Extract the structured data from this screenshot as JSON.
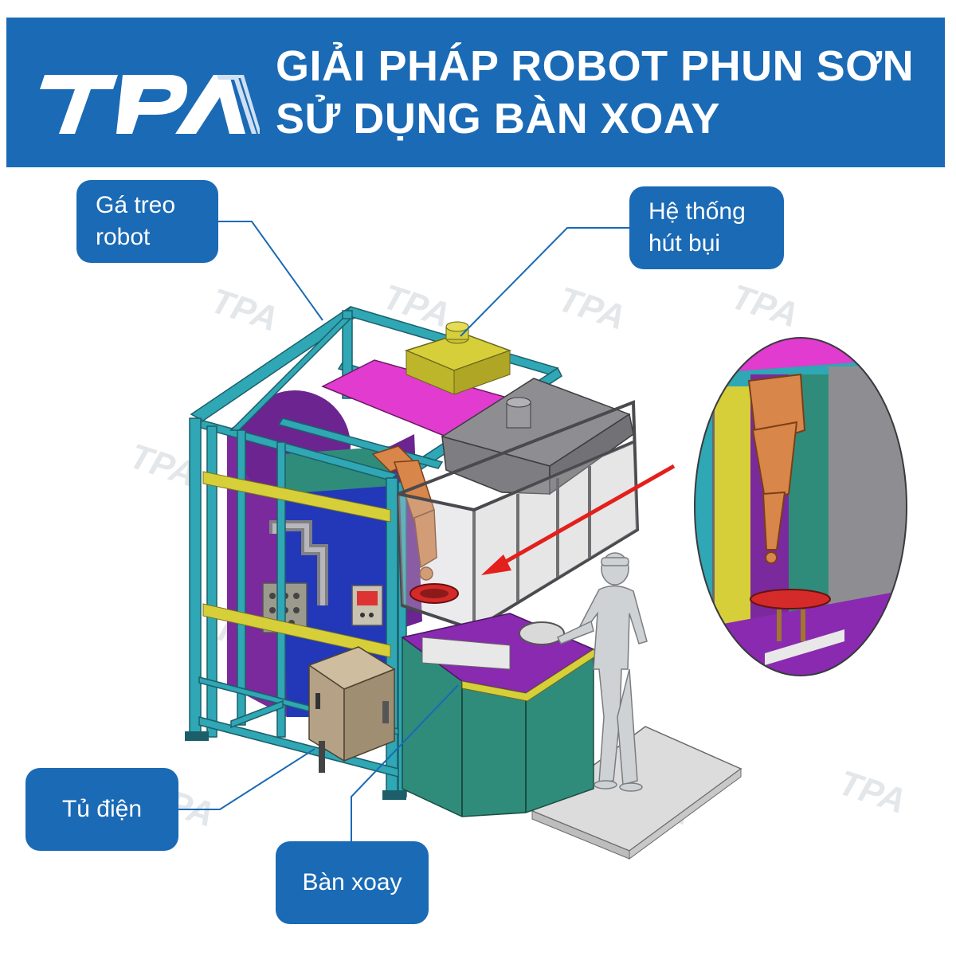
{
  "header": {
    "logo_text": "TPA",
    "title_line1": "GIẢI PHÁP ROBOT PHUN SƠN",
    "title_line2": "SỬ DỤNG BÀN XOAY"
  },
  "callouts": {
    "ga_treo_robot": {
      "line1": "Gá treo",
      "line2": "robot"
    },
    "he_thong_hut_bui": {
      "line1": "Hệ thống",
      "line2": "hút bụi"
    },
    "tu_dien": {
      "text": "Tủ điện"
    },
    "ban_xoay": {
      "text": "Bàn xoay"
    }
  },
  "watermark_text": "TPA",
  "colors": {
    "brand_blue": "#1a6ab5",
    "frame_cyan": "#2fa7b4",
    "hood_magenta": "#e23bd0",
    "hood_gray": "#8e8e92",
    "duct_yellow": "#d6cf3a",
    "booth_purple": "#7a2a9c",
    "booth_blue": "#2238b8",
    "teal_panel": "#2f8c7a",
    "cabinet_tan": "#b5a286",
    "robot_orange": "#d9864a",
    "arrow_red": "#e3201b"
  }
}
